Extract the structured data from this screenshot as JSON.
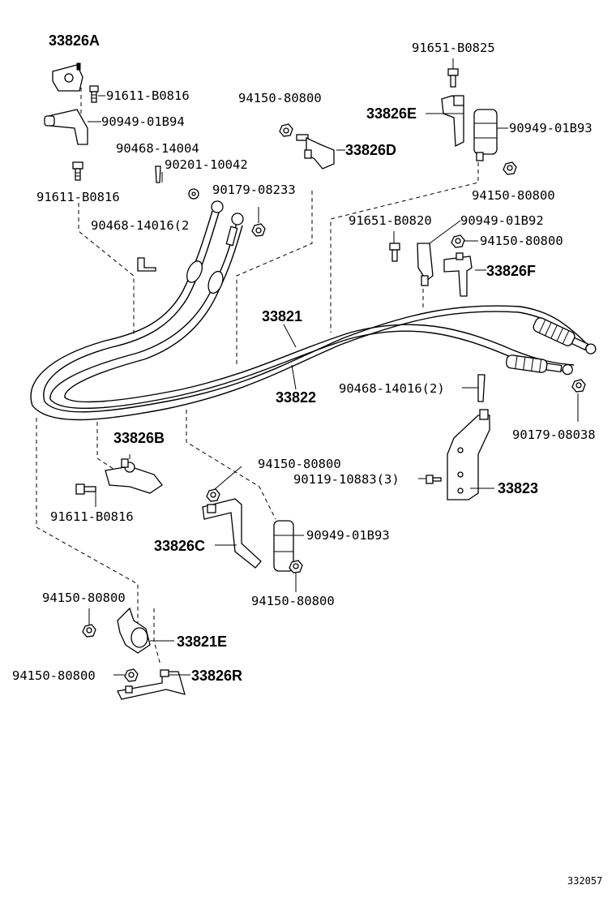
{
  "diagram": {
    "ref_code": "332057",
    "parts": {
      "p33826A": "33826A",
      "p91611_B0816_a": "91611-B0816",
      "p90949_01B94": "90949-01B94",
      "p90468_14004": "90468-14004",
      "p90201_10042": "90201-10042",
      "p91611_B0816_b": "91611-B0816",
      "p90179_08233": "90179-08233",
      "p90468_14016_a": "90468-14016(2",
      "p94150_80800_a": "94150-80800",
      "p33826D": "33826D",
      "p91651_B0825": "91651-B0825",
      "p33826E": "33826E",
      "p90949_01B93_a": "90949-01B93",
      "p94150_80800_b": "94150-80800",
      "p91651_B0820": "91651-B0820",
      "p90949_01B92": "90949-01B92",
      "p94150_80800_c": "94150-80800",
      "p33826F": "33826F",
      "p33821": "33821",
      "p33822": "33822",
      "p90468_14016_b": "90468-14016(2)",
      "p90179_08038": "90179-08038",
      "p33826B": "33826B",
      "p91611_B0816_c": "91611-B0816",
      "p94150_80800_d": "94150-80800",
      "p90119_10883": "90119-10883(3)",
      "p33823": "33823",
      "p33826C": "33826C",
      "p90949_01B93_b": "90949-01B93",
      "p94150_80800_e": "94150-80800",
      "p94150_80800_f": "94150-80800",
      "p33821E": "33821E",
      "p94150_80800_g": "94150-80800",
      "p33826R": "33826R"
    }
  }
}
